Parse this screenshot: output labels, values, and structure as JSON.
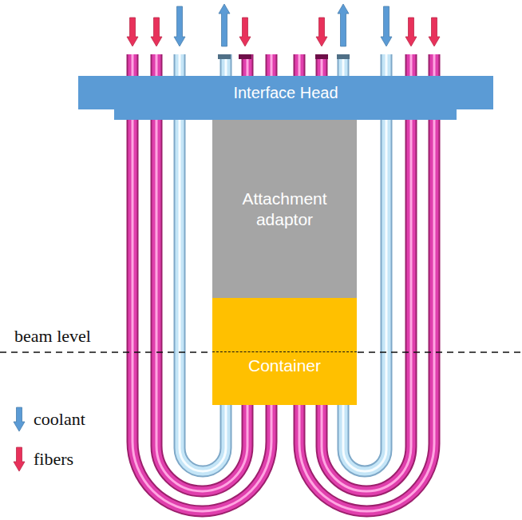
{
  "diagram": {
    "nodes": [
      {
        "text": [
          "Interface Head"
        ]
      },
      {
        "text": [
          "Attachment adaptor"
        ]
      },
      {
        "text": [
          "Container"
        ]
      }
    ],
    "labels": [
      "beam level"
    ],
    "legend": [
      {
        "text": "coolant"
      },
      {
        "text": "fibers"
      }
    ]
  }
}
